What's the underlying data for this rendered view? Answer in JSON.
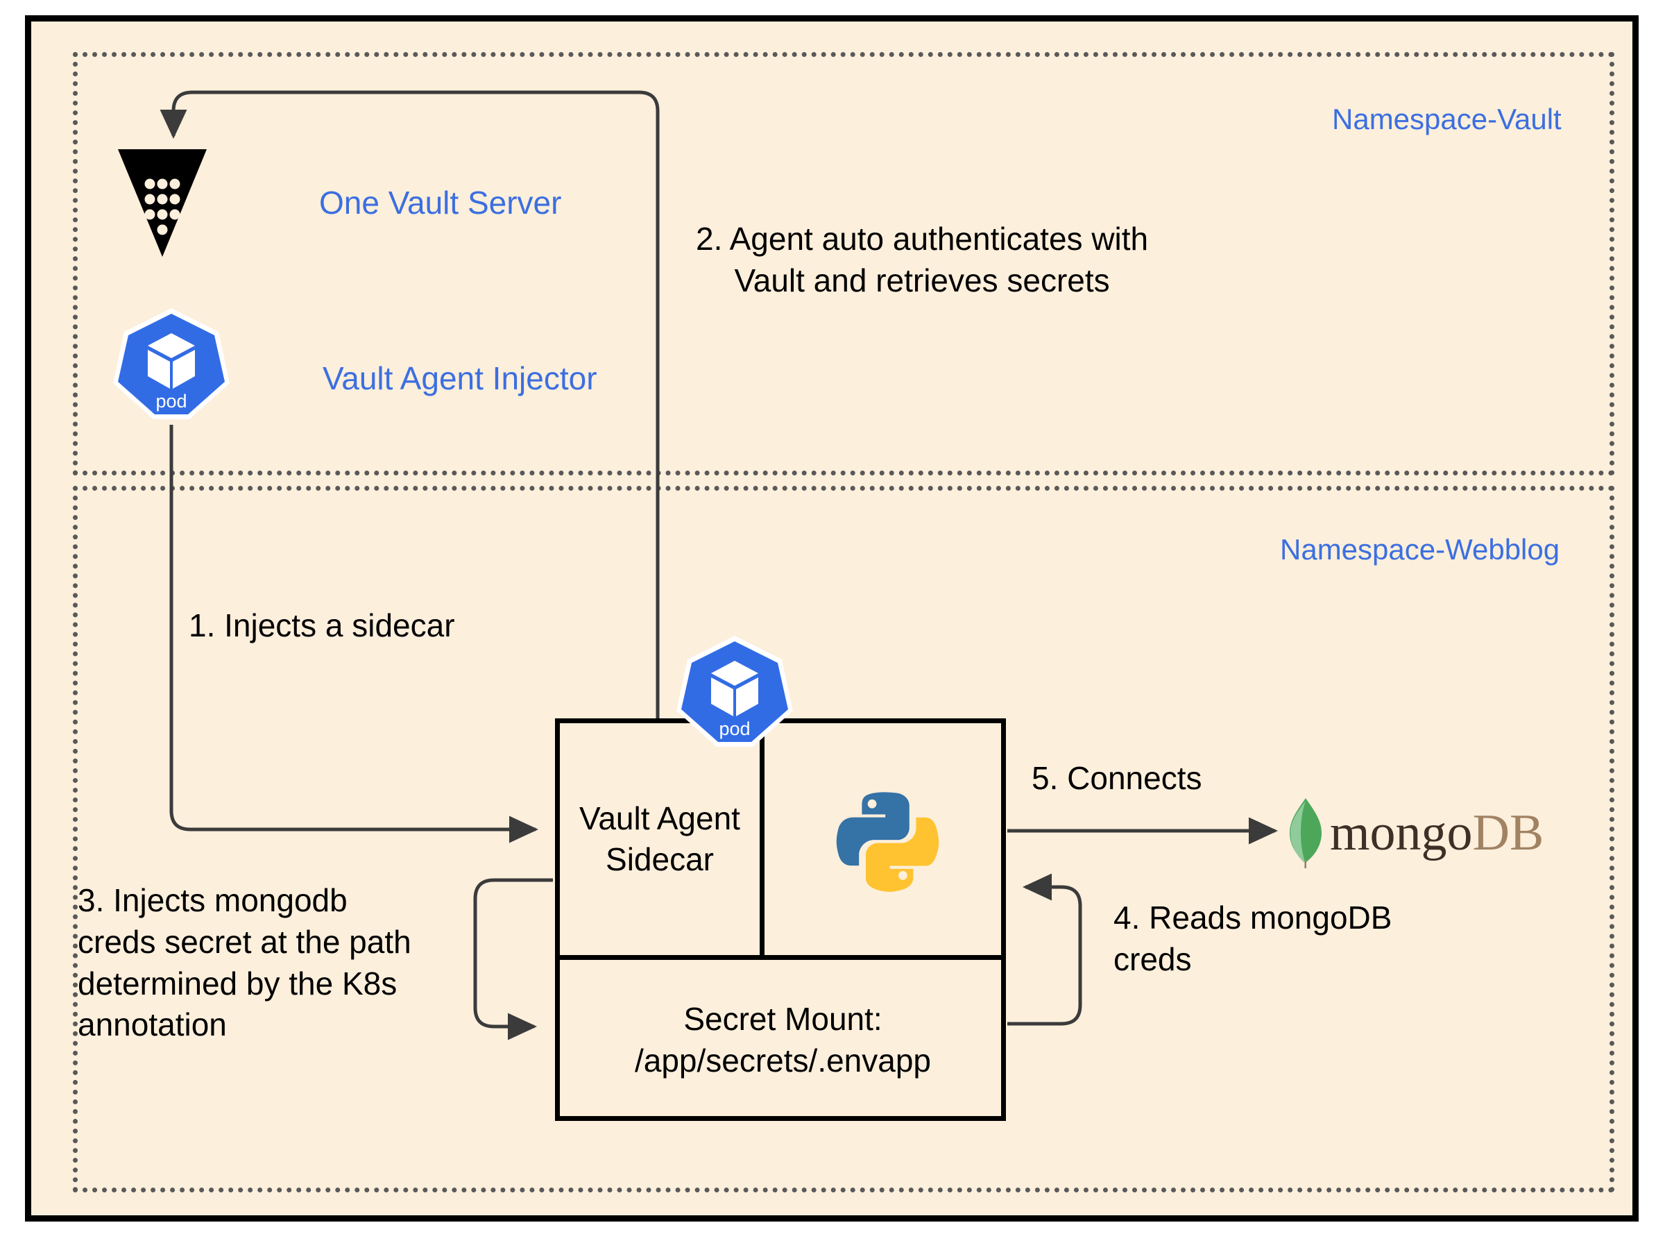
{
  "diagram": {
    "title": "Vault Agent Injector secret delivery flow",
    "background_color": "#fcefdc",
    "accent_color": "#3b6fe0",
    "namespaces": [
      {
        "id": "vault",
        "label": "Namespace-Vault"
      },
      {
        "id": "webblog",
        "label": "Namespace-Webblog"
      }
    ],
    "nodes": {
      "vault_server": {
        "label": "One Vault Server",
        "icon": "vault-logo-icon"
      },
      "vault_agent_injector": {
        "label": "Vault Agent Injector",
        "icon": "kubernetes-pod-icon",
        "pod_badge_label": "pod"
      },
      "app_pod": {
        "pod_badge_label": "pod",
        "sidecar_label": "Vault\nAgent\nSidecar",
        "app_icon": "python-logo-icon",
        "secret_mount_label": "Secret Mount:\n/app/secrets/.envapp"
      },
      "mongodb": {
        "wordmark_primary": "mongo",
        "wordmark_secondary": "DB",
        "icon": "mongodb-leaf-icon"
      }
    },
    "steps": [
      {
        "number": "1",
        "text": "1. Injects a sidecar"
      },
      {
        "number": "2",
        "text": "2. Agent auto authenticates with\nVault and retrieves secrets"
      },
      {
        "number": "3",
        "text": "3. Injects mongodb\ncreds secret at the path\ndetermined by the K8s\nannotation"
      },
      {
        "number": "4",
        "text": "4. Reads mongoDB\ncreds"
      },
      {
        "number": "5",
        "text": "5. Connects"
      }
    ]
  }
}
